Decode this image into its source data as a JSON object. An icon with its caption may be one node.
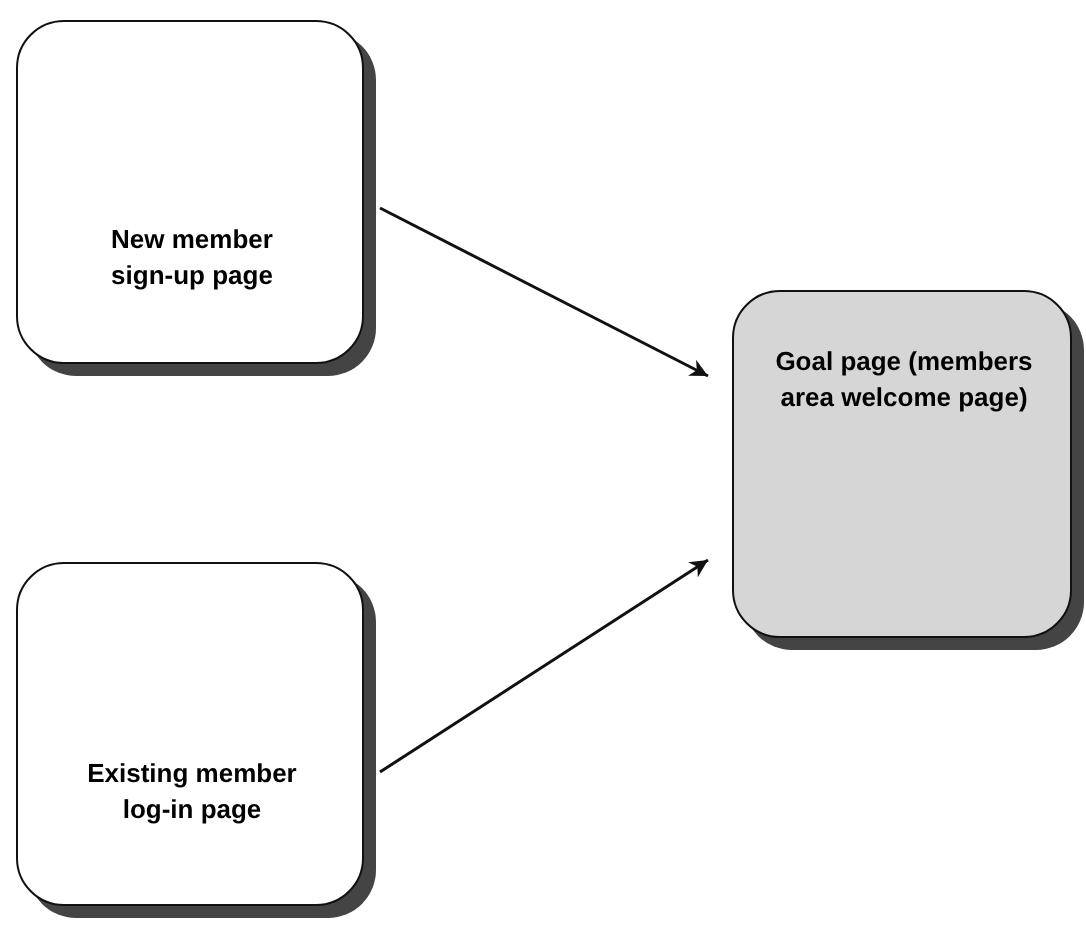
{
  "diagram": {
    "nodes": [
      {
        "text": [
          "New member sign-up page"
        ]
      },
      {
        "text": [
          "Existing member log-in page"
        ]
      },
      {
        "text": [
          "Goal page (members area welcome page)"
        ]
      }
    ],
    "edges": [
      {
        "from": 0,
        "to": 2,
        "arrow": "to"
      },
      {
        "from": 1,
        "to": 2,
        "arrow": "to"
      }
    ]
  }
}
